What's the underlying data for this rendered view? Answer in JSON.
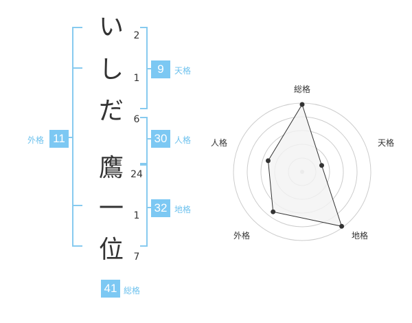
{
  "colors": {
    "bracket": "#86caef",
    "box": "#7cc8f3",
    "label": "#6ec2ee",
    "text": "#333333",
    "grid": "#cccccc",
    "fill": "#f2f2f2"
  },
  "name": {
    "characters": [
      {
        "char": "い",
        "strokes": "2"
      },
      {
        "char": "し",
        "strokes": "1"
      },
      {
        "char": "だ",
        "strokes": "6"
      },
      {
        "char": "鷹",
        "strokes": "24"
      },
      {
        "char": "一",
        "strokes": "1"
      },
      {
        "char": "位",
        "strokes": "7"
      }
    ]
  },
  "fortune": {
    "tenkaku": {
      "value": "9",
      "label": "天格"
    },
    "jinkaku": {
      "value": "30",
      "label": "人格"
    },
    "chikaku": {
      "value": "32",
      "label": "地格"
    },
    "gaikaku": {
      "value": "11",
      "label": "外格"
    },
    "soukaku": {
      "value": "41",
      "label": "総格"
    }
  },
  "chart_data": {
    "type": "radar",
    "axes": [
      "総格",
      "天格",
      "地格",
      "外格",
      "人格"
    ],
    "values": [
      0.98,
      0.3,
      0.98,
      0.72,
      0.52
    ],
    "rings": 5,
    "range": [
      0,
      1
    ]
  }
}
